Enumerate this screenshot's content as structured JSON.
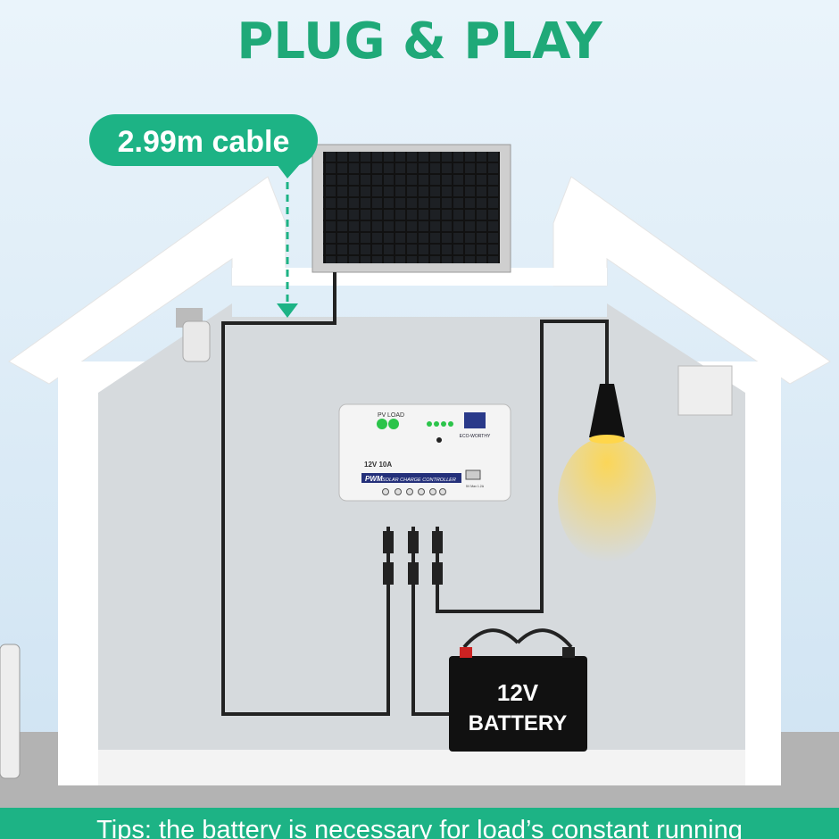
{
  "title": "PLUG & PLAY",
  "cable_callout": "2.99m cable",
  "controller": {
    "leds": [
      "PV",
      "LOAD"
    ],
    "rating": "12V 10A",
    "type_badge": "PWM",
    "type_label": "SOLAR CHARGE CONTROLLER",
    "brand": "ECO-WORTHY",
    "usb_label": "5V Max 1.2A"
  },
  "battery": {
    "line1": "12V",
    "line2": "BATTERY"
  },
  "tips": "Tips: the battery is necessary for load’s constant running",
  "colors": {
    "accent": "#1db385",
    "title": "#1fa978",
    "sky": "#dcecf8",
    "wall": "#ffffff",
    "room": "#d6dadd"
  }
}
